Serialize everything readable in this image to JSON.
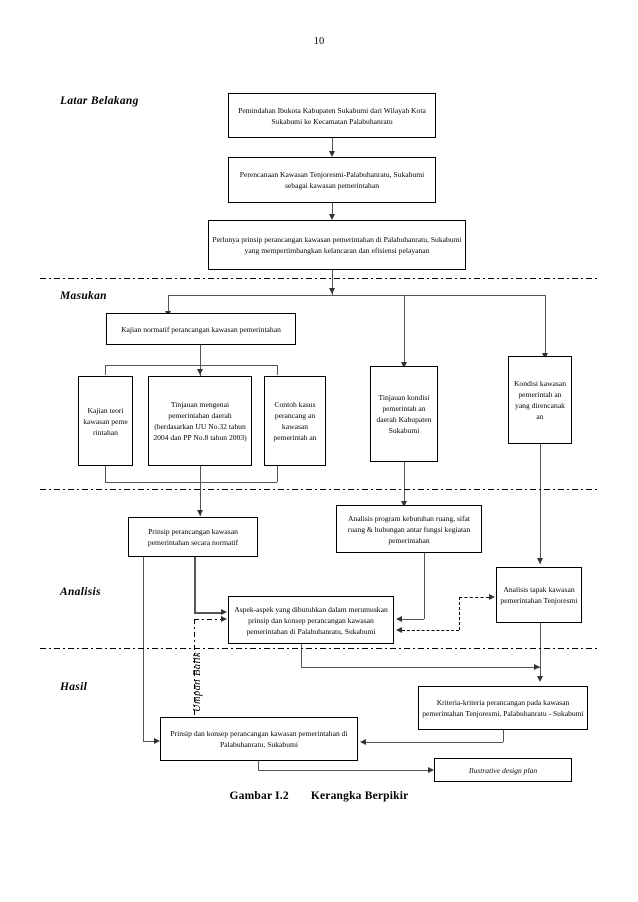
{
  "page": {
    "number": "10",
    "caption_label": "Gambar I.2",
    "caption_title": "Kerangka Berpikir"
  },
  "stages": {
    "latar_belakang": "Latar Belakang",
    "masukan": "Masukan",
    "analisis": "Analisis",
    "hasil": "Hasil"
  },
  "feedback_label": "Umpan Balik",
  "nodes": {
    "pemindahan_ibukota": "Pemindahan Ibukota Kabupaten Sukabumi dari Wilayah Kota Sukabumi ke Kecamatan Palabuhanratu",
    "perencanaan_kawasan": "Perencanaan  Kawasan  Tenjoresmi-Palabuhanratu, Sukabumi sebagai kawasan pemerintahan",
    "perlunya_prinsip": "Perlunya prinsip perancangan kawasan pemerintahan di Palabuhanratu, Sukabumi yang mempertimbangkan kelancaran dan efisiensi pelayanan",
    "kajian_normatif": "Kajian normatif perancangan kawasan pemerintahan",
    "kajian_teori": "Kajian teori kawasan peme rintahan",
    "tinjauan_mengenai": "Tinjauan mengenai pemerintahan daerah (berdasarkan UU No.32 tahun 2004 dan PP No.8 tahun 2003)",
    "contoh_kasus": "Contoh kasus perancang an kawasan pemerintah an",
    "tinjauan_kondisi": "Tinjauan kondisi pemerintah an daerah Kabupaten Sukabumi",
    "kondisi_kawasan": "Kondisi kawasan pemerintah an yang direncanak an",
    "prinsip_perancangan": "Prinsip perancangan kawasan pemerintahan secara normatif",
    "analisis_program": "Analisis program kebutuhan ruang, sifat ruang & hubungan antar fungsi kegiatan pemerintahan",
    "aspek_aspek": "Aspek-aspek yang dibutuhkan dalam merumuskan prinsip dan konsep perancangan kawasan pemerintahan di Palabuhanratu, Sukabumi",
    "analisis_tapak": "Analisis tapak kawasan pemerintahan Tenjoresmi",
    "kriteria_kriteria": "Kriteria-kriteria perancangan pada kawasan pemerintahan Tenjoresmi, Palabuhanratu - Sukabumi",
    "prinsip_konsep": "Prinsip dan konsep perancangan kawasan pemerintahan di Palabuhanratu, Sukabumi",
    "illustrative_design_plan": "Ilustrative design plan"
  }
}
